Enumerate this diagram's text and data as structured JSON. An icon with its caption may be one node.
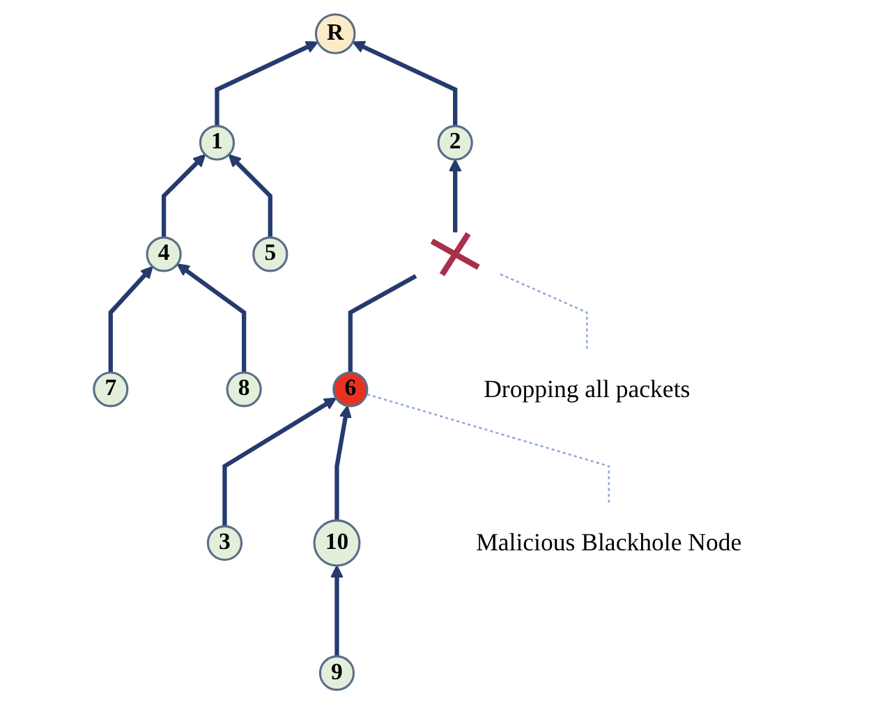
{
  "diagram": {
    "nodes": [
      {
        "text": [
          "R"
        ]
      },
      {
        "text": [
          "Dropping all packets"
        ]
      },
      {
        "text": [
          "1"
        ]
      },
      {
        "text": [
          "2"
        ]
      },
      {
        "text": [
          "3"
        ]
      },
      {
        "text": [],
        "shape": "cross"
      },
      {
        "text": [
          "4"
        ]
      },
      {
        "text": [
          "5"
        ]
      },
      {
        "text": [
          "6"
        ]
      },
      {
        "text": [
          "Malicious Blackhole Node"
        ]
      },
      {
        "text": [
          "10"
        ]
      },
      {
        "text": [
          "7"
        ]
      },
      {
        "text": [
          "8"
        ]
      },
      {
        "text": [
          "9"
        ]
      }
    ],
    "edges": [
      {
        "from": 2,
        "to": 0,
        "arrow": "to"
      },
      {
        "from": 3,
        "to": 0,
        "arrow": "to"
      },
      {
        "from": 6,
        "to": 2,
        "arrow": "to"
      },
      {
        "from": 7,
        "to": 2,
        "arrow": "to"
      },
      {
        "from": 11,
        "to": 6,
        "arrow": "to"
      },
      {
        "from": 12,
        "to": 6,
        "arrow": "to"
      },
      {
        "from": 8,
        "to": 5,
        "arrow": "none"
      },
      {
        "from": 5,
        "to": 3,
        "arrow": "to"
      },
      {
        "from": 4,
        "to": 8,
        "arrow": "to"
      },
      {
        "from": 10,
        "to": 8,
        "arrow": "to"
      },
      {
        "from": 13,
        "to": 10,
        "arrow": "to"
      },
      {
        "from": 1,
        "to": 5,
        "arrow": "none",
        "style": "dashed",
        "color": "#8fa8d8"
      },
      {
        "from": 9,
        "to": 8,
        "arrow": "none",
        "style": "dashed",
        "color": "#8fa8d8"
      }
    ]
  }
}
